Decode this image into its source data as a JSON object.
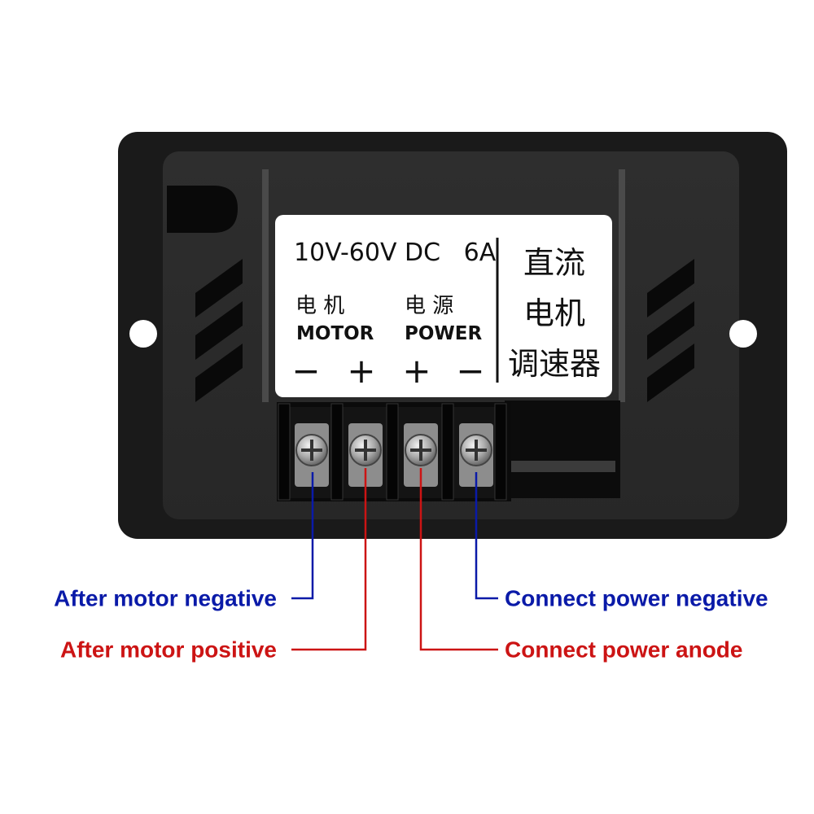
{
  "label_panel": {
    "spec": "10V-60V DC   6A",
    "motor_cn": "电 机",
    "power_cn": "电 源",
    "motor_en": "MOTOR",
    "power_en": "POWER",
    "signs": [
      "−",
      "+",
      "+",
      "−"
    ],
    "title_cn": [
      "直流",
      "电机",
      "调速器"
    ]
  },
  "callouts": {
    "motor_negative": "After motor negative",
    "motor_positive": "After motor positive",
    "power_negative": "Connect power negative",
    "power_anode": "Connect power anode"
  },
  "colors": {
    "negative": "#0a1aa8",
    "positive": "#cc1414",
    "housing": "#1b1b1b",
    "panel": "#2a2a2a"
  }
}
